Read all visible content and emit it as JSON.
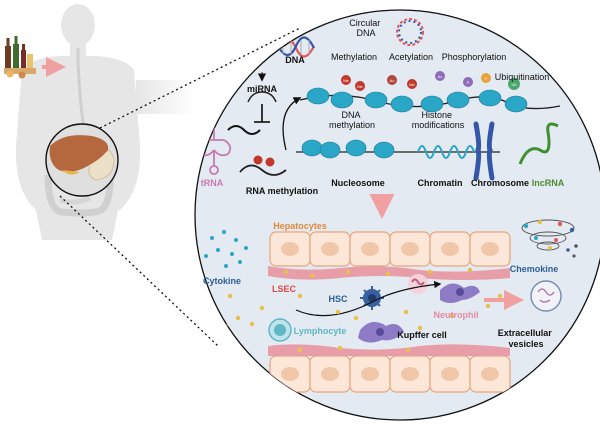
{
  "labels": {
    "dna": "DNA",
    "circular_dna": "Circular\nDNA",
    "methylation": "Methylation",
    "acetylation": "Acetylation",
    "phosphorylation": "Phosphorylation",
    "ubiquitination": "Ubiquitination",
    "mirna": "miRNA",
    "dna_methylation": "DNA\nmethylation",
    "histone_modifications": "Histone\nmodifications",
    "trna": "tRNA",
    "rna_methylation": "RNA methylation",
    "nucleosome": "Nucleosome",
    "chromatin": "Chromatin",
    "chromosome": "Chromosome",
    "lncrna": "lncRNA",
    "hepatocytes": "Hepatocytes",
    "cytokine": "Cytokine",
    "lsec": "LSEC",
    "hsc": "HSC",
    "neutrophil": "Neutrophil",
    "chemokine": "Chemokine",
    "lymphocyte": "Lymphocyte",
    "kupffer_cell": "Kupffer cell",
    "extracellular_vesicles": "Extracellular\nvesicles",
    "histone_me": "Me",
    "histone_ac": "Ac",
    "histone_p": "P",
    "histone_ub": "Ub"
  },
  "colors": {
    "body": "#e6e6e6",
    "liver": "#b5673d",
    "circle_bg": "#e4eaf2",
    "histone": "#2aa6c6",
    "hepatocyte_fill": "#fde7d8",
    "hepatocyte_stroke": "#e9a47d",
    "lsec": "#e79ea8",
    "hsc": "#3a5fa0",
    "kupffer": "#8e7bc6",
    "lymphocyte": "#5fb6c7",
    "dot": "#e9c04a",
    "red_label": "#e04848",
    "hepatocyte_label": "#e08a3c",
    "chemokine_label": "#2d5f95",
    "trna_label": "#c67bb0",
    "lncrna_label": "#4b8b2f",
    "hsc_label": "#2d5f95",
    "lymphocyte_label": "#5fb6c7",
    "neutrophil_label": "#e48aa4"
  }
}
